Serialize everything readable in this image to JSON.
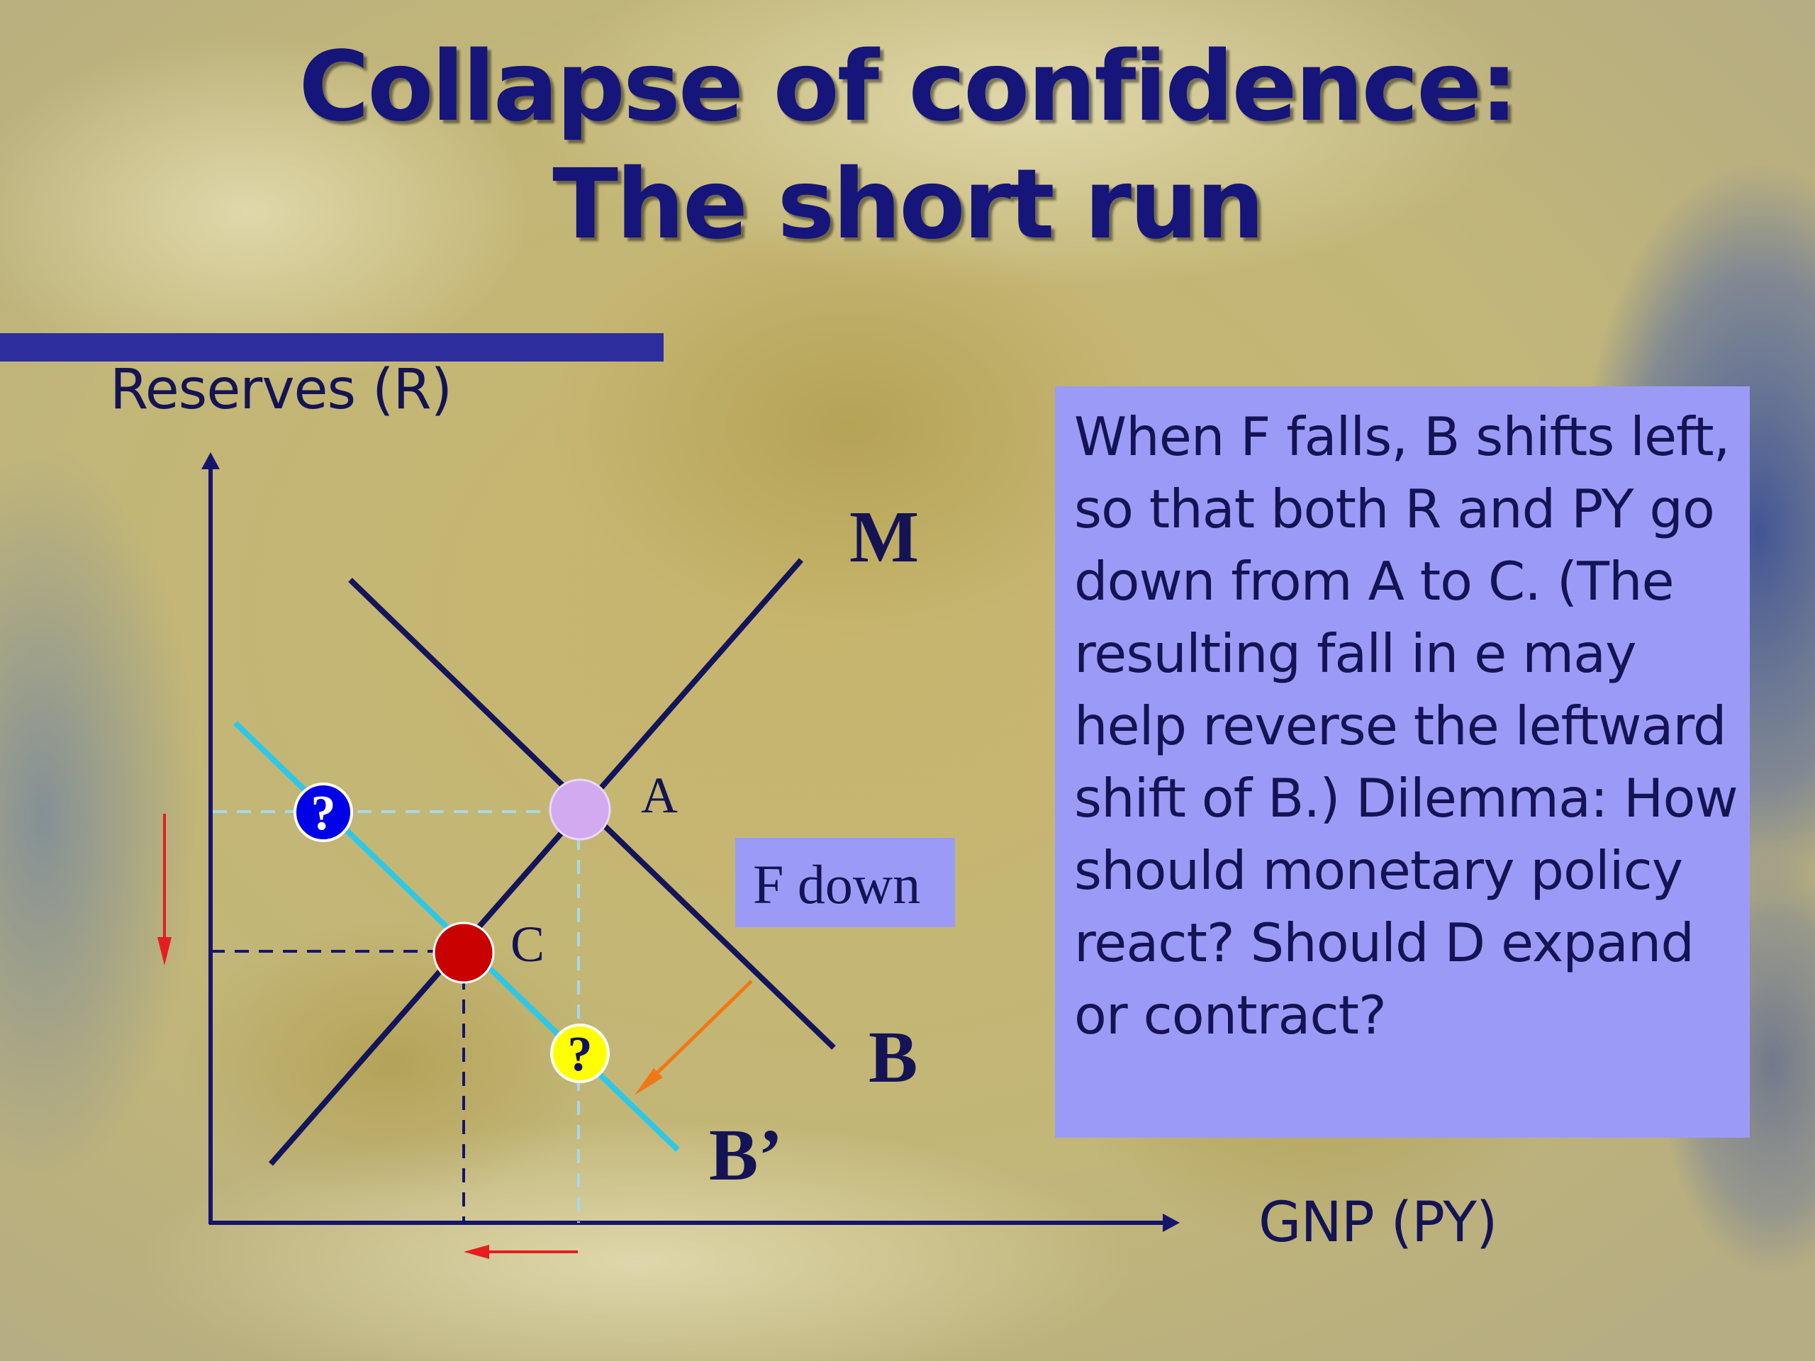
{
  "slide": {
    "title_line1": "Collapse of confidence:",
    "title_line2": "The short run"
  },
  "axes": {
    "y_label": "Reserves (R)",
    "x_label": "GNP (PY)"
  },
  "curves": {
    "m_label": "M",
    "b_label": "B",
    "b_prime_label": "B’"
  },
  "points": {
    "a_label": "A",
    "c_label": "C",
    "question_mark_left": "?",
    "question_mark_bottom": "?"
  },
  "shift_box": {
    "label": "F down"
  },
  "explanation": {
    "text": "When F falls, B shifts left, so that both R and PY go down from A to C. (The resulting fall in e may help reverse the leftward shift of B.) Dilemma: How should monetary policy react? Should D expand or contract?"
  },
  "colors": {
    "title": "#15157a",
    "axis": "#15156e",
    "curve_b_m": "#14145a",
    "curve_b_prime": "#2ec8e6",
    "point_a": "#d2aaf0",
    "point_c": "#c80000",
    "question_left_fill": "#0000e6",
    "question_bottom_fill": "#ffff00",
    "arrow_red": "#e61e1e",
    "arrow_orange": "#f07814",
    "text_box": "#9b9bf7"
  }
}
